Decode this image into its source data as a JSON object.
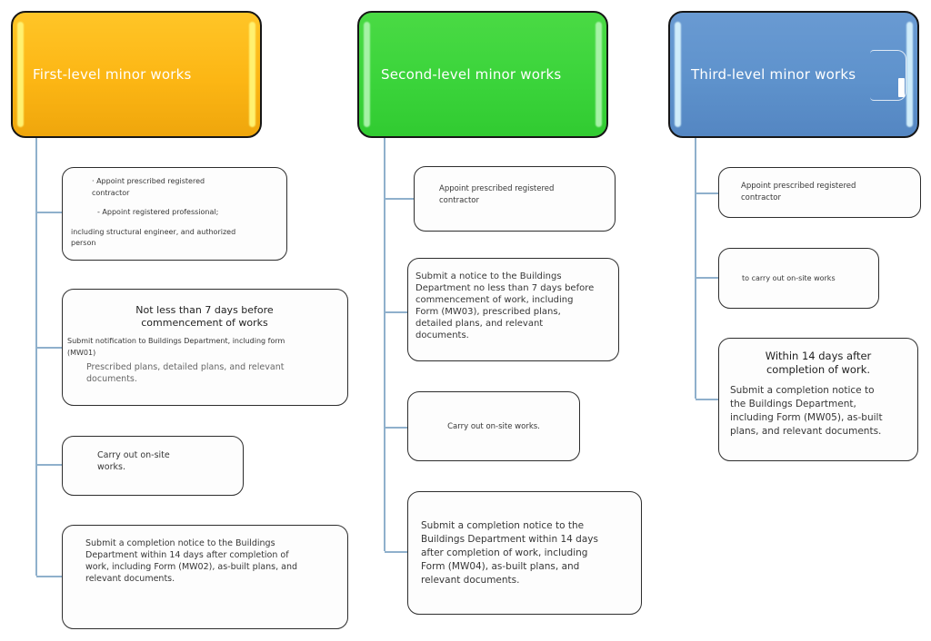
{
  "diagram": {
    "connector_color": "#8FB0CC",
    "columns": [
      {
        "title": "First-level minor works",
        "colors": {
          "top": "#FFC527",
          "mid": "#FCB614",
          "bottom": "#EFA60C",
          "gloss": "#FFF170"
        },
        "steps": [
          {
            "lines": [
              "· Appoint prescribed registered",
              "contractor",
              "- Appoint registered professional;",
              "including structural engineer, and authorized",
              "person"
            ]
          },
          {
            "heading_lines": [
              "Not less than 7 days before",
              "commencement of works"
            ],
            "body_lines": [
              "Submit notification to Buildings Department, including form",
              "(MW01)"
            ],
            "note_lines": [
              "Prescribed plans, detailed plans, and relevant",
              "documents."
            ]
          },
          {
            "lines": [
              "Carry out on-site",
              "works."
            ]
          },
          {
            "lines": [
              "Submit a completion notice to the Buildings",
              "Department within 14 days after completion of",
              "work, including Form (MW02), as-built plans, and",
              "relevant documents."
            ]
          }
        ]
      },
      {
        "title": "Second-level minor works",
        "colors": {
          "top": "#4ADA44",
          "mid": "#3BD43B",
          "bottom": "#31CB31",
          "gloss": "#A6F2A6"
        },
        "steps": [
          {
            "lines": [
              "Appoint prescribed registered",
              "contractor"
            ]
          },
          {
            "lines": [
              "Submit a notice to the Buildings",
              "Department no less than 7 days before",
              "commencement of work, including",
              "Form (MW03), prescribed plans,",
              "detailed plans, and relevant",
              "documents."
            ]
          },
          {
            "lines": [
              "Carry out on-site works."
            ]
          },
          {
            "lines": [
              "Submit a completion notice to the",
              "Buildings Department within 14 days",
              "after completion of work, including",
              "Form (MW04), as-built plans, and",
              "relevant documents."
            ]
          }
        ]
      },
      {
        "title": "Third-level minor works",
        "colors": {
          "top": "#699AD2",
          "mid": "#5E92CC",
          "bottom": "#5486C2",
          "gloss": "#CFECFA"
        },
        "steps": [
          {
            "lines": [
              "Appoint prescribed registered",
              "contractor"
            ]
          },
          {
            "lines": [
              "to carry out on-site works"
            ]
          },
          {
            "heading_lines": [
              "Within 14 days after",
              "completion of work."
            ],
            "body_lines": [
              "Submit a completion notice to",
              "the Buildings Department,",
              "including Form (MW05), as-built",
              "plans, and relevant documents."
            ]
          }
        ]
      }
    ]
  }
}
